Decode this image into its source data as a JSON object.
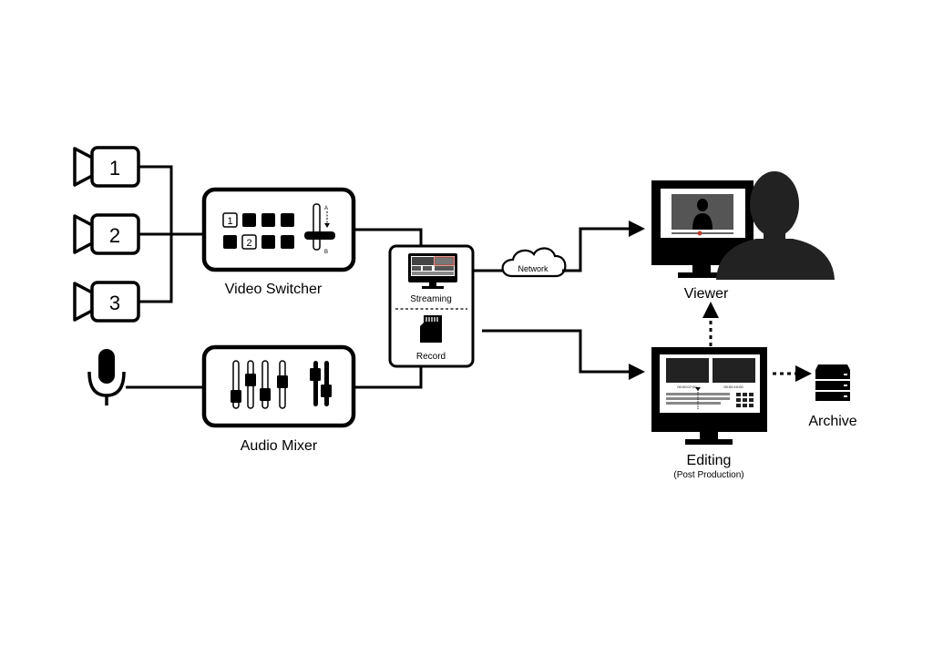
{
  "cameras": [
    "1",
    "2",
    "3"
  ],
  "video_switcher": {
    "label": "Video Switcher",
    "button_1": "1",
    "button_2": "2",
    "fader_a": "A",
    "fader_b": "B"
  },
  "audio_mixer": {
    "label": "Audio Mixer"
  },
  "recorder": {
    "streaming_label": "Streaming",
    "record_label": "Record"
  },
  "network": {
    "label": "Network"
  },
  "viewer": {
    "label": "Viewer"
  },
  "editing": {
    "label": "Editing",
    "sublabel": "(Post Production)",
    "timecode_left": "00:00:07:00",
    "timecode_right": "00:00:10:00"
  },
  "archive": {
    "label": "Archive"
  },
  "colors": {
    "line": "#000000",
    "accent_red": "#c0392b",
    "screen_gray": "#555555"
  }
}
